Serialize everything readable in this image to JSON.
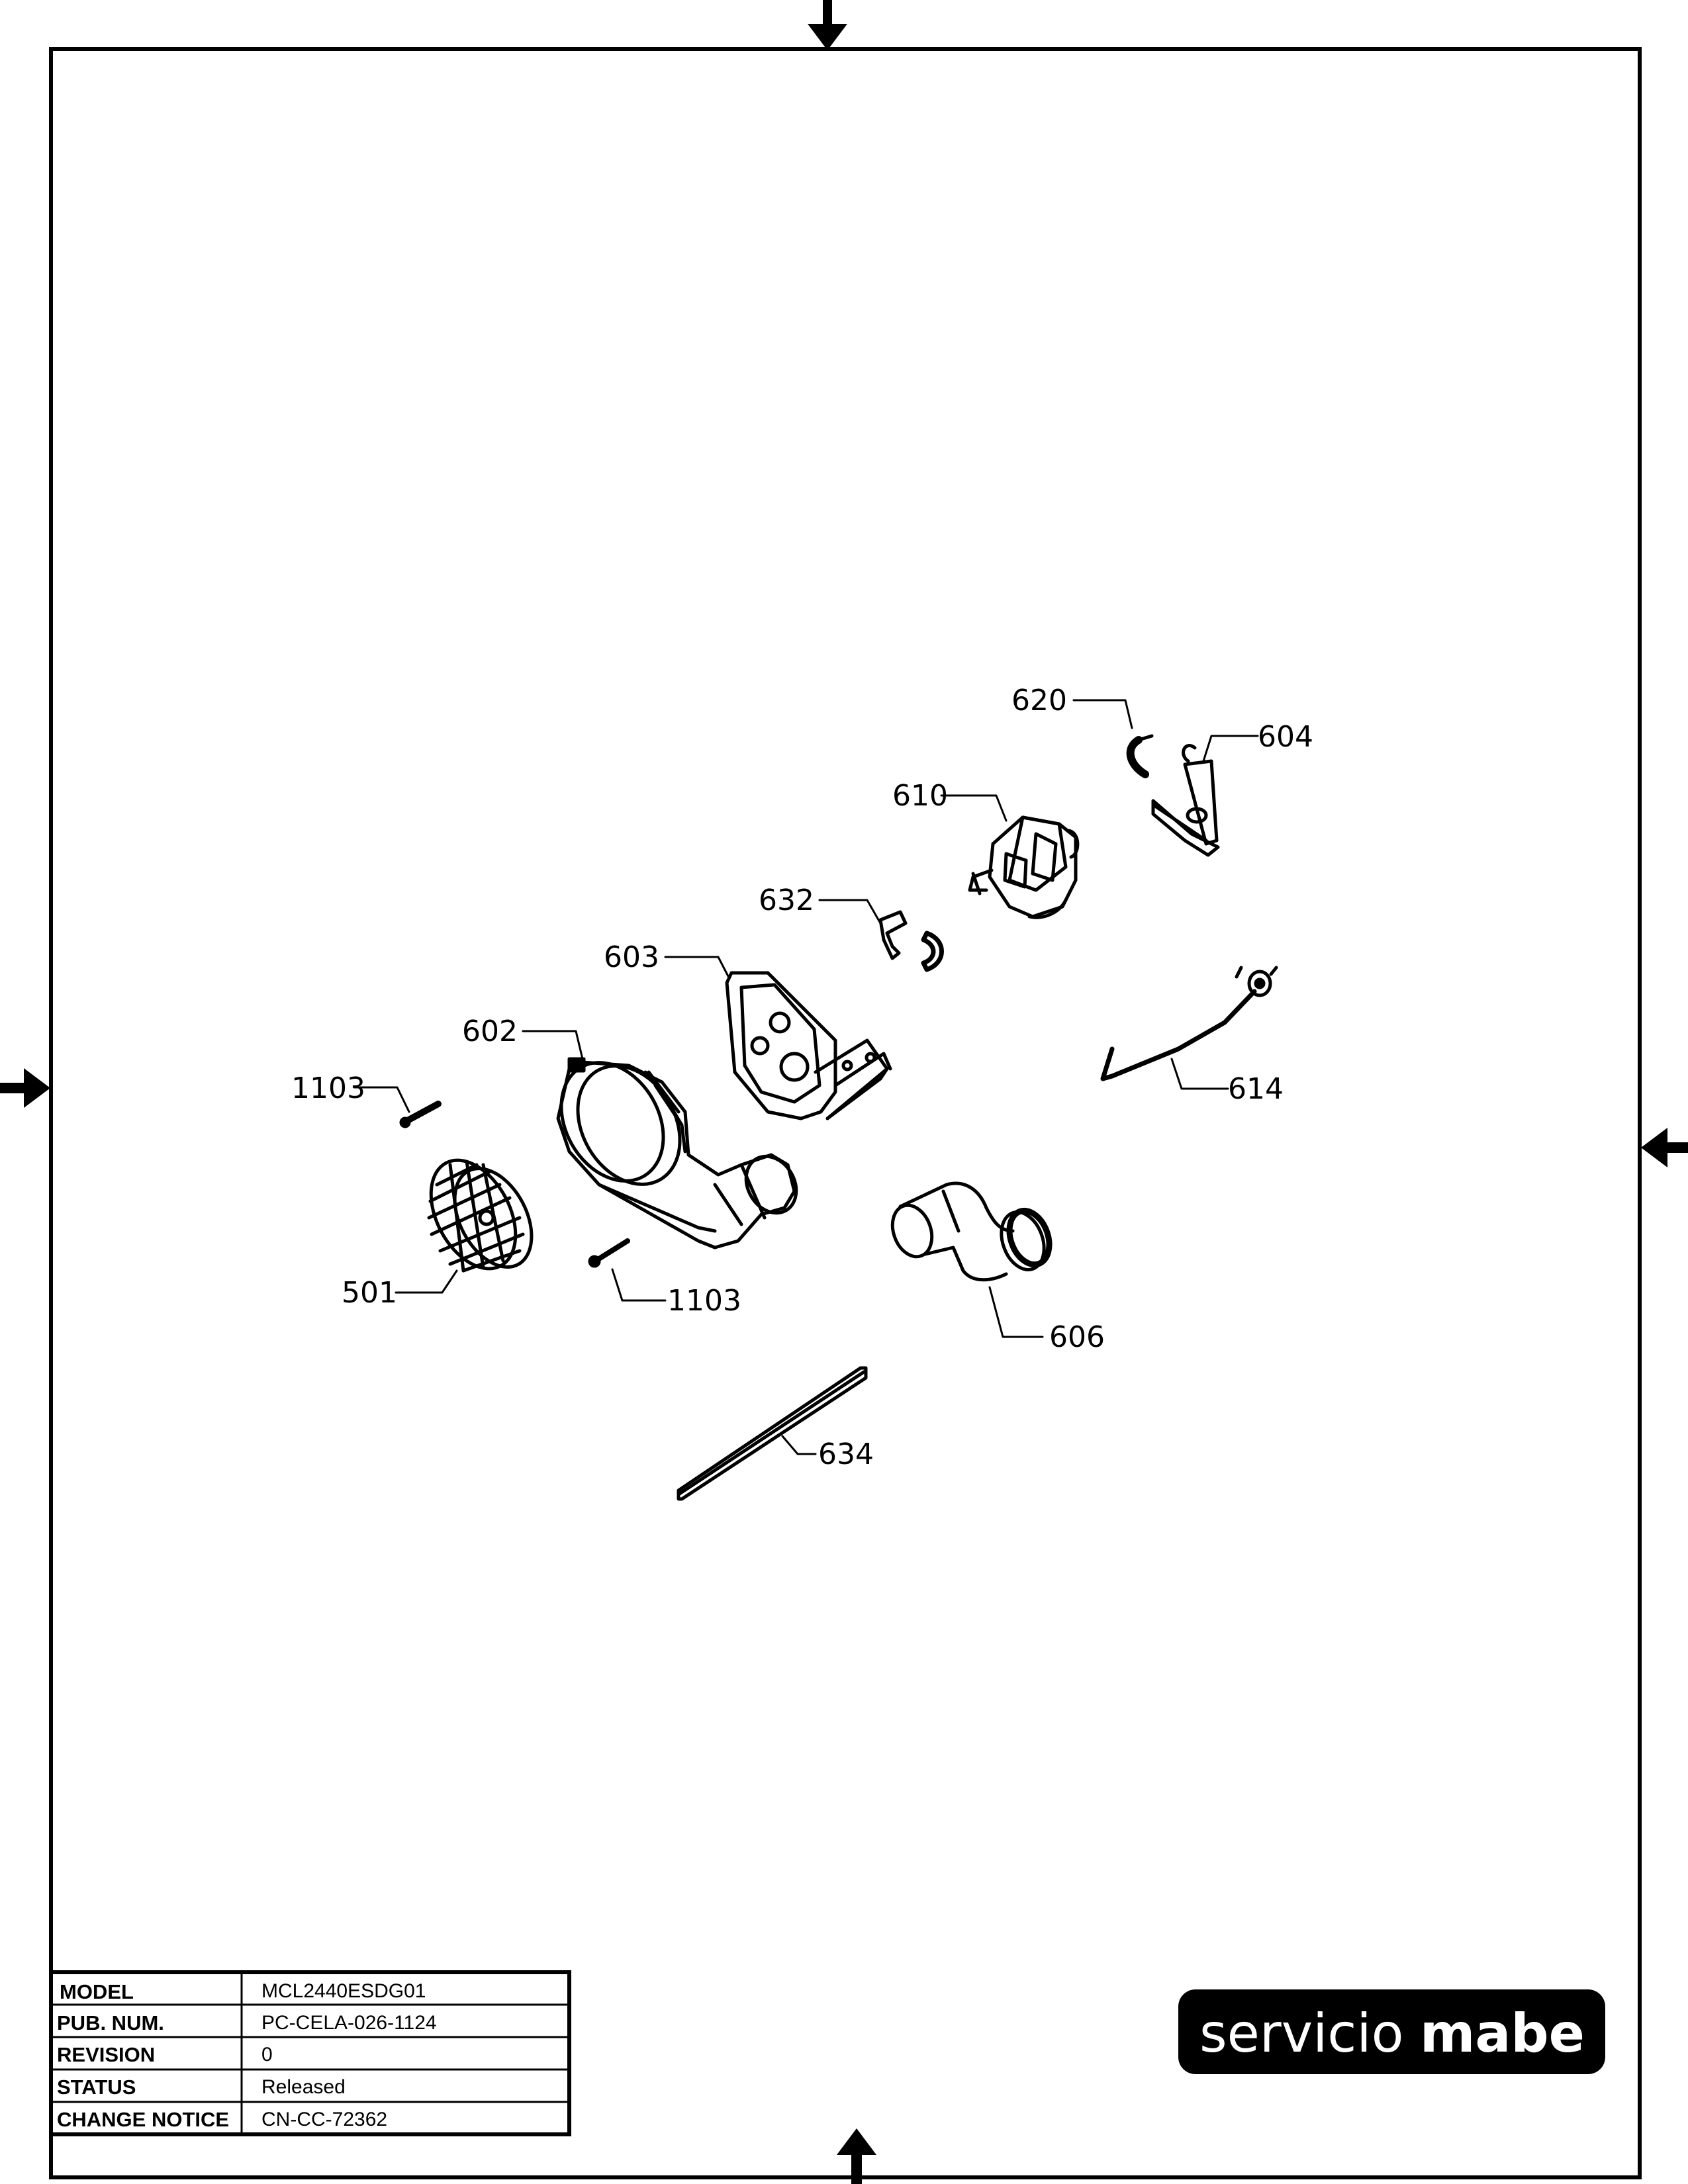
{
  "diagram": {
    "callouts": {
      "p501": "501",
      "p602": "602",
      "p603": "603",
      "p604": "604",
      "p606": "606",
      "p610": "610",
      "p614": "614",
      "p620": "620",
      "p632": "632",
      "p634": "634",
      "p1103a": "1103",
      "p1103b": "1103"
    }
  },
  "title_block": {
    "model_label": "MODEL",
    "model_value": "MCL2440ESDG01",
    "pub_label": "PUB. NUM.",
    "pub_value": "PC-CELA-026-1124",
    "revision_label": "REVISION",
    "revision_value": "0",
    "status_label": "STATUS",
    "status_value": "Released",
    "change_label": "CHANGE NOTICE",
    "change_value": "CN-CC-72362"
  },
  "logo": {
    "word1": "servicio",
    "word2": "mabe",
    "bg_color": "#000000",
    "text_color": "#ffffff"
  }
}
